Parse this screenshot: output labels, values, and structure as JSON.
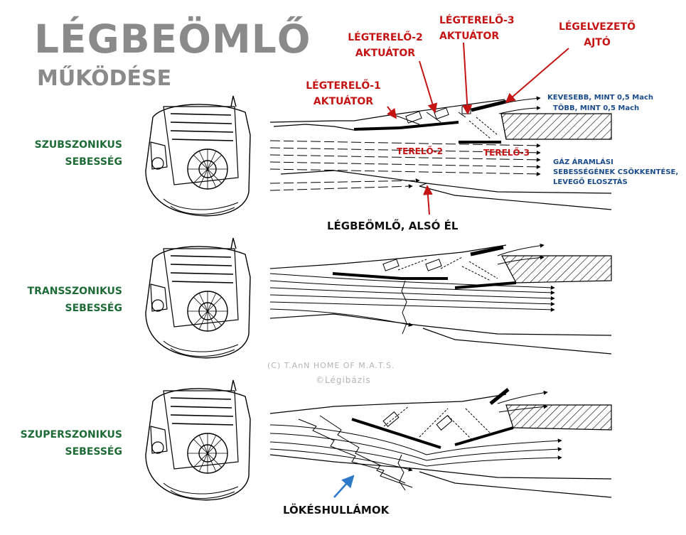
{
  "title": "LÉGBEÖMLŐ",
  "subtitle": "MŰKÖDÉSE",
  "speeds": {
    "subsonic": [
      "SZUBSZONIKUS",
      "SEBESSÉG"
    ],
    "transonic": [
      "TRANSSZONIKUS",
      "SEBESSÉG"
    ],
    "supersonic": [
      "SZUPERSZONIKUS",
      "SEBESSÉG"
    ]
  },
  "labels": {
    "actuator1": [
      "LÉGTERELŐ-1",
      "AKTUÁTOR"
    ],
    "actuator2": [
      "LÉGTERELŐ-2",
      "AKTUÁTOR"
    ],
    "actuator3": [
      "LÉGTERELŐ-3",
      "AKTUÁTOR"
    ],
    "bleed_door": [
      "LÉGELVEZETŐ",
      "AJTÓ"
    ],
    "ramp2": "TERELŐ-2",
    "ramp3": "TERELŐ-3",
    "lower_lip": "LÉGBEÖMLŐ, ALSÓ ÉL",
    "shockwaves": "LÖKÉSHULLÁMOK"
  },
  "notes": {
    "below_mach": "KEVESEBB, MINT 0,5 Mach",
    "above_mach": "TÖBB, MINT 0,5 Mach",
    "flow": [
      "GÁZ ÁRAMLÁSI",
      "SEBESSÉGÉNEK CSÖKKENTÉSE,",
      "LEVEGŐ ELOSZTÁS"
    ]
  },
  "watermarks": {
    "credit": "(C) T.AnN    HOME OF M.A.T.S.",
    "site": "©Légibázis"
  },
  "colors": {
    "title": "#8a8a8a",
    "speed": "#1f6b38",
    "annotation_red": "#c41414",
    "note_blue": "#1a4b8a",
    "arrow_blue": "#2e78c8"
  }
}
